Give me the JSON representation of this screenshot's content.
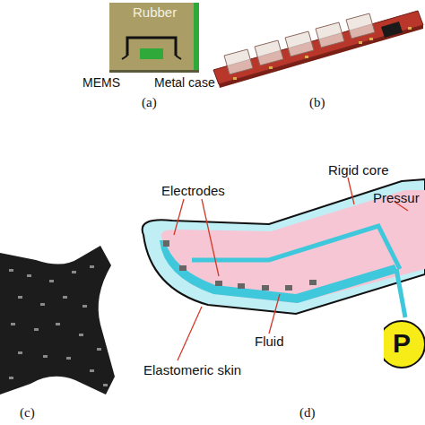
{
  "diagram": {
    "nodes": [
      {
        "text": [
          "Rubber"
        ]
      },
      {
        "text": [
          "P"
        ]
      }
    ],
    "labels": [
      "MEMS",
      "Metal case",
      "(a)",
      "(b)",
      "Electrodes",
      "Rigid core",
      "Pressur",
      "(c)",
      "Fluid",
      "Elastomeric skin",
      "(d)"
    ]
  }
}
